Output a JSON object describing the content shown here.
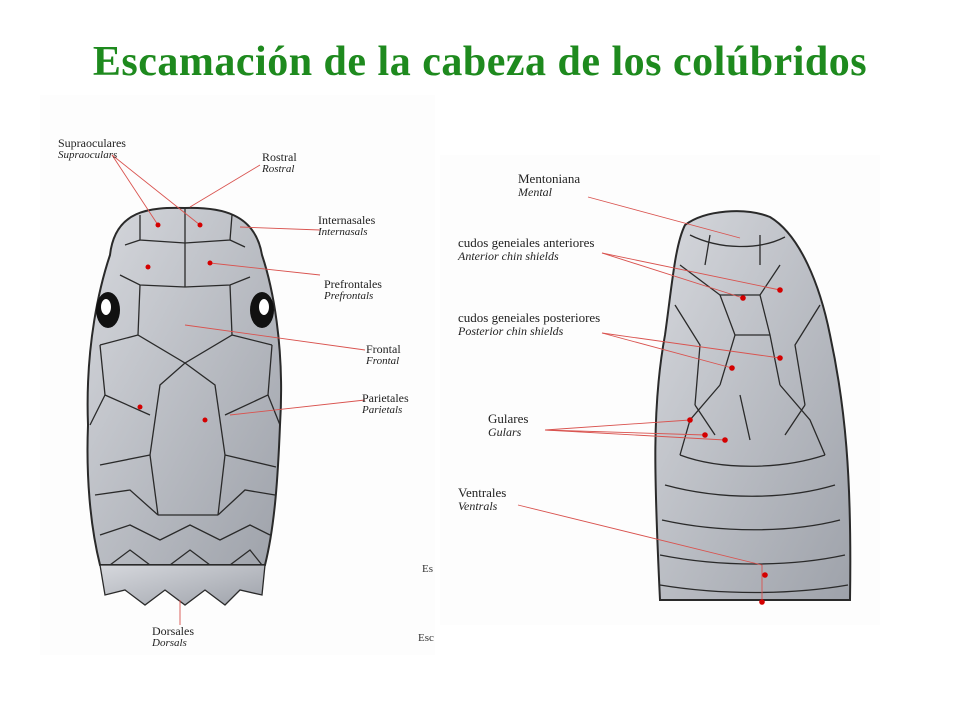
{
  "title": "Escamación de la cabeza de los colúbridos",
  "left_labels": [
    {
      "es": "Supraoculares",
      "en": "Supraoculars"
    },
    {
      "es": "Rostral",
      "en": "Rostral"
    },
    {
      "es": "Internasales",
      "en": "Internasals"
    },
    {
      "es": "Prefrontales",
      "en": "Prefrontals"
    },
    {
      "es": "Frontal",
      "en": "Frontal"
    },
    {
      "es": "Parietales",
      "en": "Parietals"
    },
    {
      "es": "Dorsales",
      "en": "Dorsals"
    }
  ],
  "right_labels": [
    {
      "es": "Mentoniana",
      "en": "Mental"
    },
    {
      "es": "cudos geneiales anteriores",
      "en": "Anterior chin shields"
    },
    {
      "es": "cudos geneiales posteriores",
      "en": "Posterior chin shields"
    },
    {
      "es": "Gulares",
      "en": "Gulars"
    },
    {
      "es": "Ventrales",
      "en": "Ventrals"
    }
  ],
  "fragments": [
    "Es",
    "Esc"
  ],
  "colors": {
    "title": "#1e8a1e",
    "scale_fill": "#b9bcc3",
    "scale_line": "#2a2a2a",
    "leader_line": "#d9534f",
    "dot": "#d40000"
  }
}
